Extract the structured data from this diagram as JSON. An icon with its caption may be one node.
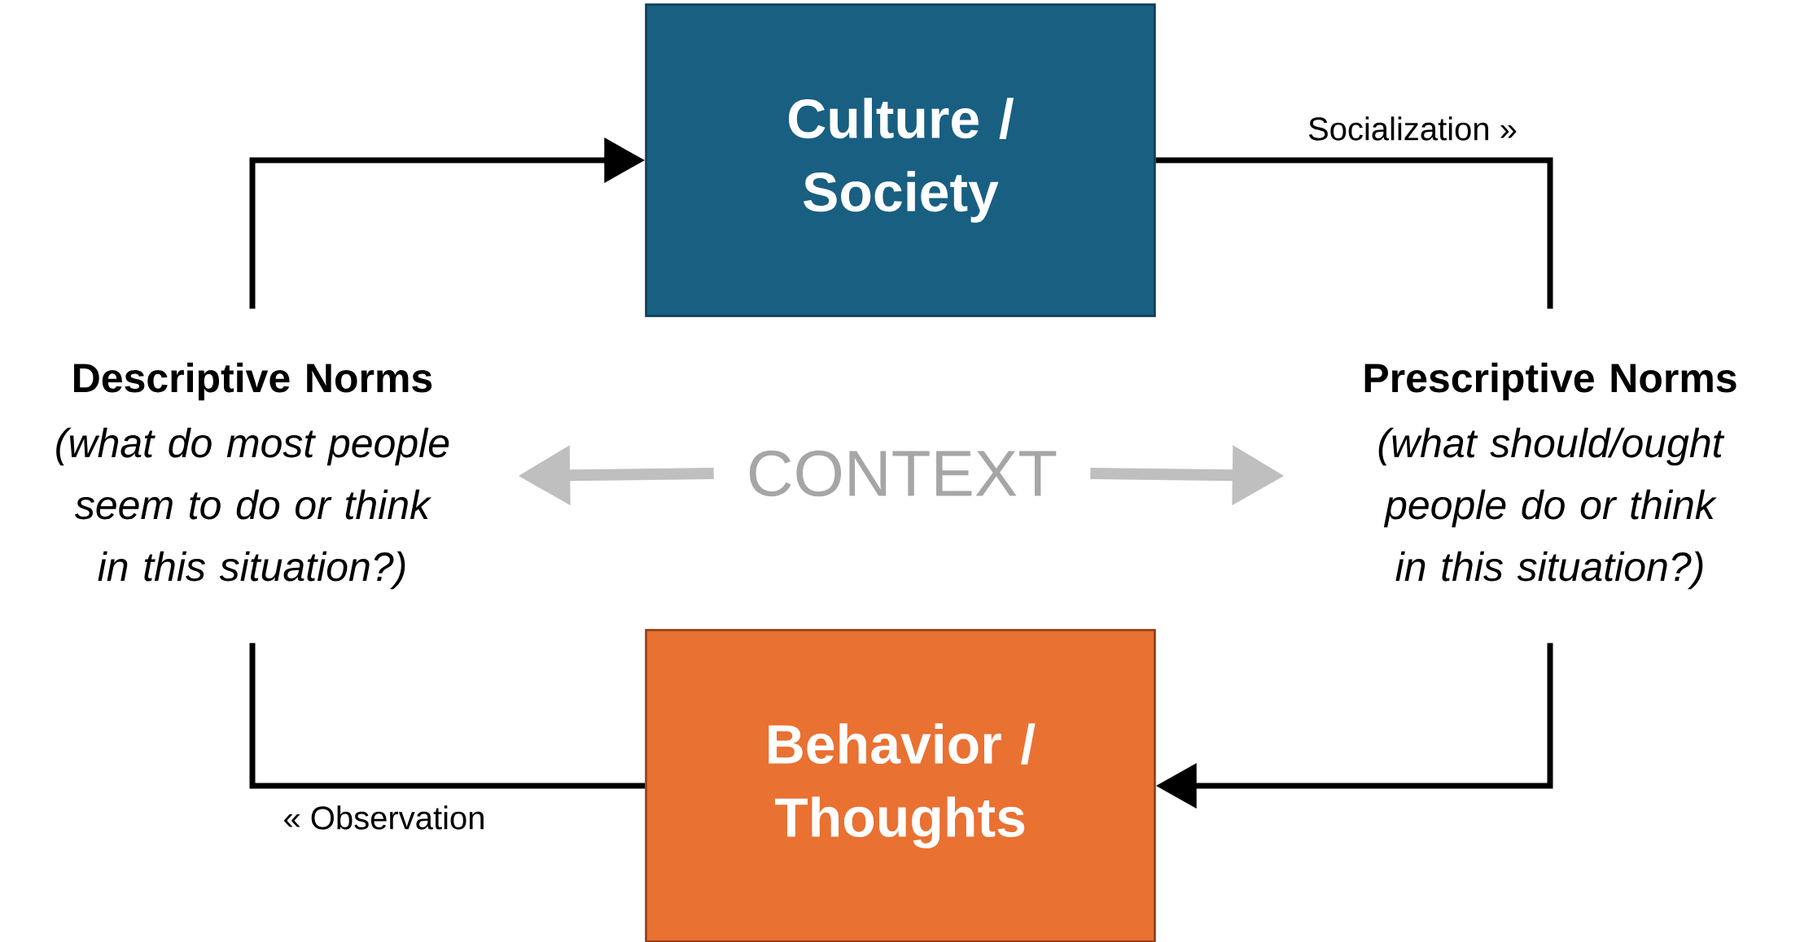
{
  "diagram": {
    "nodes": [
      {
        "text": [
          "Culture / Society"
        ]
      },
      {
        "text": [
          "Descriptive Norms",
          "(what do most people seem to do or think in this situation?)"
        ]
      },
      {
        "text": [
          "Prescriptive Norms",
          "(what should/ought people do or think in this situation?)"
        ]
      },
      {
        "text": [
          "Behavior / Thoughts"
        ]
      },
      {
        "text": [
          "CONTEXT"
        ]
      }
    ],
    "edges": [
      {
        "from": 1,
        "to": 0,
        "arrow": "to"
      },
      {
        "from": 0,
        "to": 2,
        "arrow": "none",
        "label": "Socialization »"
      },
      {
        "from": 2,
        "to": 3,
        "arrow": "to"
      },
      {
        "from": 3,
        "to": 1,
        "arrow": "none",
        "label": "« Observation"
      },
      {
        "from": 4,
        "to": 1,
        "arrow": "to",
        "style": "thick",
        "color": "#bfbfbf"
      },
      {
        "from": 4,
        "to": 2,
        "arrow": "to",
        "style": "thick",
        "color": "#bfbfbf"
      }
    ]
  }
}
